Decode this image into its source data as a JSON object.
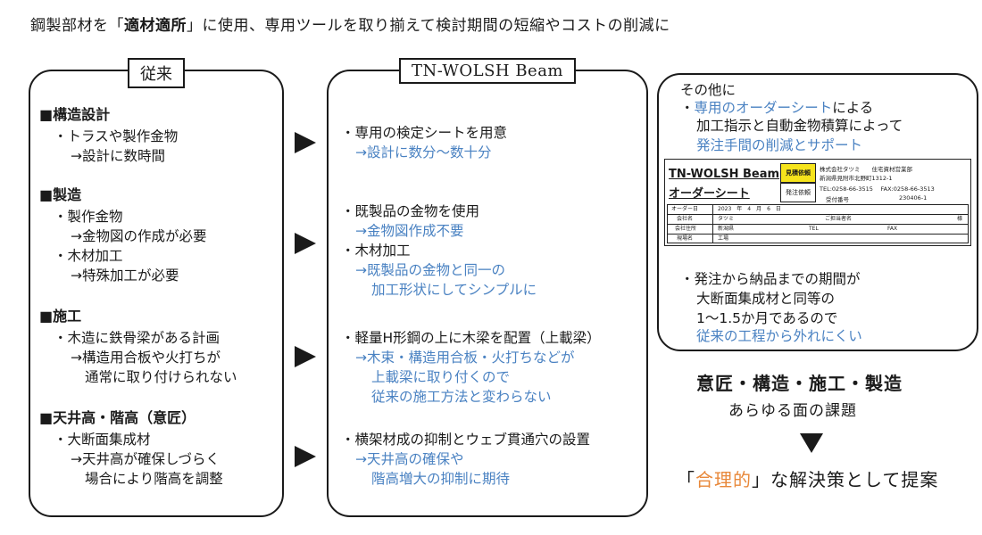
{
  "headline": {
    "pre": "鋼製部材を「",
    "bold": "適材適所",
    "post": "」に使用、専用ツールを取り揃えて検討期間の短縮やコストの削減に"
  },
  "left_box": {
    "title": "従来",
    "sections": [
      {
        "heading": "■構造設計",
        "lines": [
          "・トラスや製作金物",
          "→設計に数時間"
        ]
      },
      {
        "heading": "■製造",
        "lines": [
          "・製作金物",
          "→金物図の作成が必要",
          "・木材加工",
          "→特殊加工が必要"
        ]
      },
      {
        "heading": "■施工",
        "lines": [
          "・木造に鉄骨梁がある計画",
          "→構造用合板や火打ちが",
          "通常に取り付けられない"
        ]
      },
      {
        "heading": "■天井高・階高（意匠）",
        "lines": [
          "・大断面集成材",
          "→天井高が確保しづらく",
          "場合により階高を調整"
        ]
      }
    ]
  },
  "middle_box": {
    "title": "TN-WOLSH Beam",
    "items": [
      {
        "lines": [
          "・専用の検定シートを用意"
        ],
        "blue": [
          "→設計に数分～数十分"
        ]
      },
      {
        "lines": [
          "・既製品の金物を使用"
        ],
        "blue": [
          "→金物図作成不要"
        ]
      },
      {
        "lines": [
          "・木材加工"
        ],
        "blue": [
          "→既製品の金物と同一の",
          "加工形状にしてシンプルに"
        ]
      },
      {
        "lines": [
          "・軽量H形鋼の上に木梁を配置（上載梁）"
        ],
        "blue": [
          "→木束・構造用合板・火打ちなどが",
          "上載梁に取り付くので",
          "従来の施工方法と変わらない"
        ]
      },
      {
        "lines": [
          "・横架材成の抑制とウェブ貫通穴の設置"
        ],
        "blue": [
          "→天井高の確保や",
          "階高増大の抑制に期待"
        ]
      }
    ]
  },
  "right_box": {
    "intro": "その他に",
    "bullet1_pre": "・",
    "bullet1_blue": "専用のオーダーシート",
    "bullet1_post": "による",
    "line2": "加工指示と自動金物積算によって",
    "line3_blue": "発注手間の削減とサポート",
    "bullet2": [
      "・発注から納品までの期間が",
      "大断面集成材と同等の",
      "1～1.5か月であるので"
    ],
    "bullet2_blue": "従来の工程から外れにくい"
  },
  "order_sheet": {
    "title1": "TN-WOLSH Beam",
    "title2": "オーダーシート",
    "yellow_label": "見積依頼",
    "order_label": "発注依頼",
    "company": "株式会社タツミ　　住宅資材営業部",
    "address": "新潟県見附市北野町1312-1",
    "tel": "TEL:0258-66-3515　 FAX:0258-66-3513",
    "receipt_label": "受付番号",
    "receipt_no": "230406-1",
    "row1": {
      "label": "オーダー日",
      "value": "2023　年　4　月　6　日"
    },
    "row2": {
      "label": "会社名",
      "value": "タツミ",
      "label2": "ご担当者名",
      "suffix": "様"
    },
    "row3": {
      "label": "会社住所",
      "value": "新潟県",
      "label2": "TEL",
      "label3": "FAX"
    },
    "row4": {
      "label": "現場名",
      "value": "工場"
    }
  },
  "conclusion": {
    "line1": "意匠・構造・施工・製造",
    "line2": "あらゆる面の課題",
    "line3_pre": "「",
    "line3_orange": "合理的",
    "line3_post": "」な解決策として提案"
  }
}
